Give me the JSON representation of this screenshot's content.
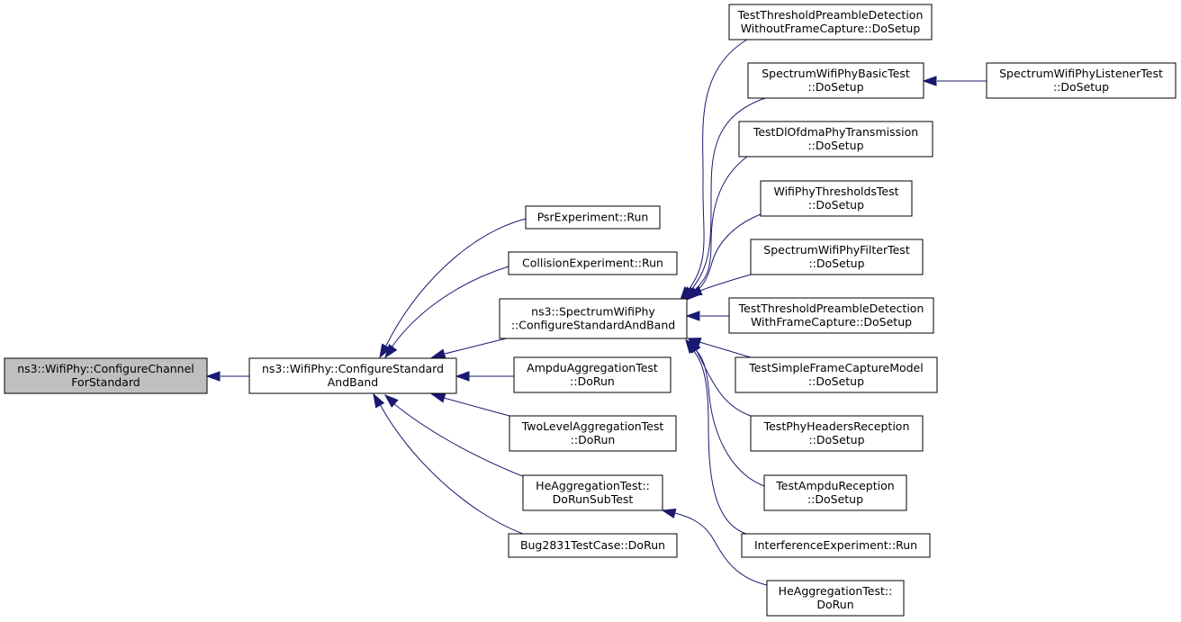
{
  "graph": {
    "type": "caller-graph",
    "colors": {
      "edge": "#191970",
      "root_fill": "#bfbfbf",
      "node_fill": "#ffffff",
      "border": "#000000"
    },
    "nodes": [
      {
        "id": "n_configure_channel",
        "lines": [
          "ns3::WifiPhy::ConfigureChannel",
          "ForStandard"
        ],
        "root": true
      },
      {
        "id": "n_configure_standard",
        "lines": [
          "ns3::WifiPhy::ConfigureStandard",
          "AndBand"
        ]
      },
      {
        "id": "n_psr_run",
        "lines": [
          "PsrExperiment::Run"
        ]
      },
      {
        "id": "n_collision_run",
        "lines": [
          "CollisionExperiment::Run"
        ]
      },
      {
        "id": "n_spectrum_configure",
        "lines": [
          "ns3::SpectrumWifiPhy",
          "::ConfigureStandardAndBand"
        ]
      },
      {
        "id": "n_ampdu_dorun",
        "lines": [
          "AmpduAggregationTest",
          "::DoRun"
        ]
      },
      {
        "id": "n_twolevel_dorun",
        "lines": [
          "TwoLevelAggregationTest",
          "::DoRun"
        ]
      },
      {
        "id": "n_he_subtest",
        "lines": [
          "HeAggregationTest::",
          "DoRunSubTest"
        ]
      },
      {
        "id": "n_bug2831",
        "lines": [
          "Bug2831TestCase::DoRun"
        ]
      },
      {
        "id": "n_thresh_without",
        "lines": [
          "TestThresholdPreambleDetection",
          "WithoutFrameCapture::DoSetup"
        ]
      },
      {
        "id": "n_basic_test",
        "lines": [
          "SpectrumWifiPhyBasicTest",
          "::DoSetup"
        ]
      },
      {
        "id": "n_dlofdma",
        "lines": [
          "TestDlOfdmaPhyTransmission",
          "::DoSetup"
        ]
      },
      {
        "id": "n_thresholds_test",
        "lines": [
          "WifiPhyThresholdsTest",
          "::DoSetup"
        ]
      },
      {
        "id": "n_filter_test",
        "lines": [
          "SpectrumWifiPhyFilterTest",
          "::DoSetup"
        ]
      },
      {
        "id": "n_thresh_with",
        "lines": [
          "TestThresholdPreambleDetection",
          "WithFrameCapture::DoSetup"
        ]
      },
      {
        "id": "n_simple_capture",
        "lines": [
          "TestSimpleFrameCaptureModel",
          "::DoSetup"
        ]
      },
      {
        "id": "n_phy_headers",
        "lines": [
          "TestPhyHeadersReception",
          "::DoSetup"
        ]
      },
      {
        "id": "n_ampdu_reception",
        "lines": [
          "TestAmpduReception",
          "::DoSetup"
        ]
      },
      {
        "id": "n_interference_run",
        "lines": [
          "InterferenceExperiment::Run"
        ]
      },
      {
        "id": "n_he_dorun",
        "lines": [
          "HeAggregationTest::",
          "DoRun"
        ]
      },
      {
        "id": "n_listener_test",
        "lines": [
          "SpectrumWifiPhyListenerTest",
          "::DoSetup"
        ]
      }
    ],
    "edges": [
      {
        "from": "n_configure_standard",
        "to": "n_configure_channel"
      },
      {
        "from": "n_psr_run",
        "to": "n_configure_standard"
      },
      {
        "from": "n_collision_run",
        "to": "n_configure_standard"
      },
      {
        "from": "n_spectrum_configure",
        "to": "n_configure_standard"
      },
      {
        "from": "n_ampdu_dorun",
        "to": "n_configure_standard"
      },
      {
        "from": "n_twolevel_dorun",
        "to": "n_configure_standard"
      },
      {
        "from": "n_he_subtest",
        "to": "n_configure_standard"
      },
      {
        "from": "n_bug2831",
        "to": "n_configure_standard"
      },
      {
        "from": "n_thresh_without",
        "to": "n_spectrum_configure"
      },
      {
        "from": "n_basic_test",
        "to": "n_spectrum_configure"
      },
      {
        "from": "n_dlofdma",
        "to": "n_spectrum_configure"
      },
      {
        "from": "n_thresholds_test",
        "to": "n_spectrum_configure"
      },
      {
        "from": "n_filter_test",
        "to": "n_spectrum_configure"
      },
      {
        "from": "n_thresh_with",
        "to": "n_spectrum_configure"
      },
      {
        "from": "n_simple_capture",
        "to": "n_spectrum_configure"
      },
      {
        "from": "n_phy_headers",
        "to": "n_spectrum_configure"
      },
      {
        "from": "n_ampdu_reception",
        "to": "n_spectrum_configure"
      },
      {
        "from": "n_interference_run",
        "to": "n_spectrum_configure"
      },
      {
        "from": "n_he_dorun",
        "to": "n_he_subtest"
      },
      {
        "from": "n_listener_test",
        "to": "n_basic_test"
      }
    ]
  }
}
